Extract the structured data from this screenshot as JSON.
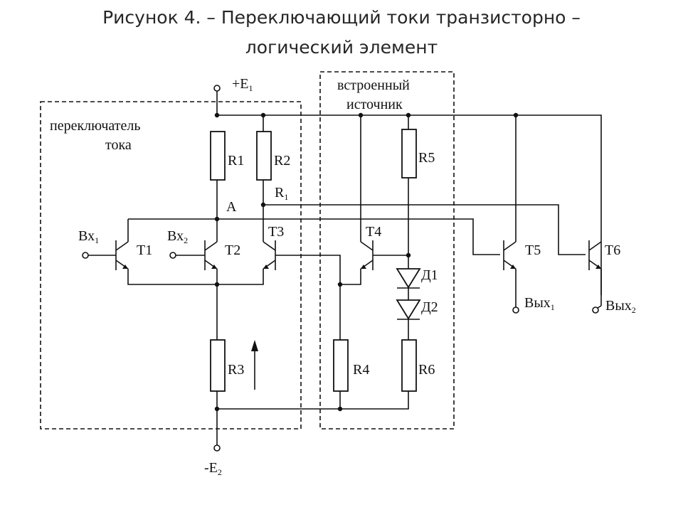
{
  "title": {
    "line1": "Рисунок 4.   – Переключающий токи транзисторно –",
    "line2": "логический элемент"
  },
  "regions": {
    "switch_line1": "переключатель",
    "switch_line2": "тока",
    "source_line1": "встроенный",
    "source_line2": "источник"
  },
  "supply": {
    "pos": "+E",
    "pos_sub": "1",
    "neg": "-E",
    "neg_sub": "2"
  },
  "node_a": "A",
  "r1_label": {
    "main": "R",
    "sub": "1"
  },
  "resistors": [
    "R1",
    "R2",
    "R3",
    "R4",
    "R5",
    "R6"
  ],
  "transistors": [
    "T1",
    "T2",
    "T3",
    "T4",
    "T5",
    "T6"
  ],
  "diodes": [
    "Д1",
    "Д2"
  ],
  "inputs": [
    {
      "main": "Вх",
      "sub": "1"
    },
    {
      "main": "Вх",
      "sub": "2"
    }
  ],
  "outputs": [
    {
      "main": "Вых",
      "sub": "1"
    },
    {
      "main": "Вых",
      "sub": "2"
    }
  ]
}
